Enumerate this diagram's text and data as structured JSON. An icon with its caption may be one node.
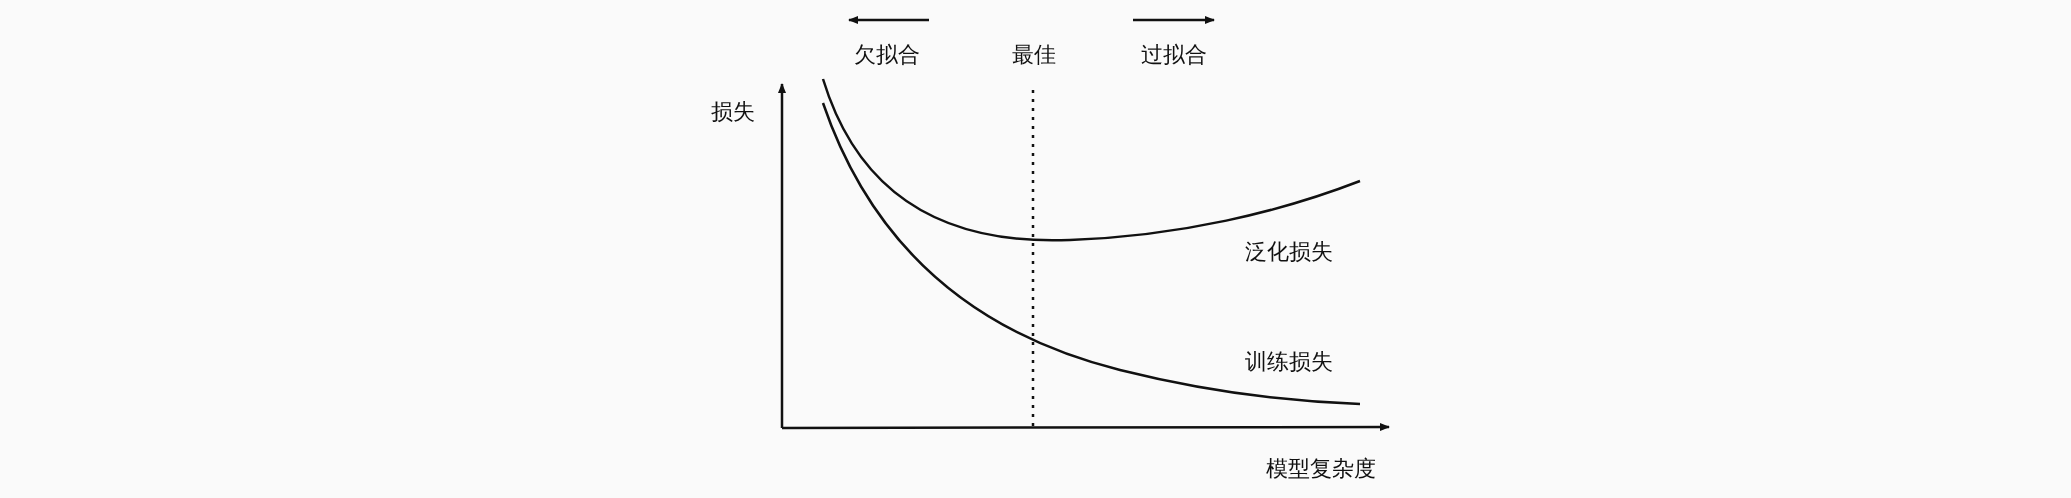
{
  "diagram": {
    "labels": [
      "欠拟合",
      "最佳",
      "过拟合",
      "损失",
      "泛化损失",
      "训练损失",
      "模型复杂度"
    ]
  }
}
